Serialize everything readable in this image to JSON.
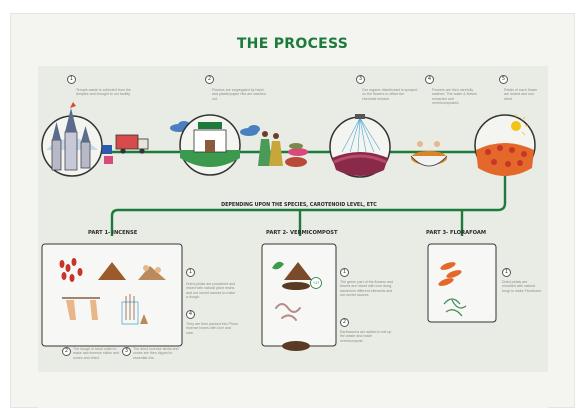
{
  "title": "THE PROCESS",
  "branch_heading": "DEPENDING UPON THE SPECIES, CAROTENOID LEVEL, ETC",
  "colors": {
    "accent_green": "#1d7a3b",
    "panel": "#e8ece4"
  },
  "steps": [
    {
      "num": "1",
      "text": "Temple waste is collected from the temples and brought to our facility."
    },
    {
      "num": "2",
      "text": "Flowers are segregated by hand and plastic/paper ribs are washed out."
    },
    {
      "num": "3",
      "text": "Our organic disinfectant is sprayed on the flowers to offset the chemical residue."
    },
    {
      "num": "4",
      "text": "Flowers are then carefully washed. The water & leaves extracted and vermicomposted."
    },
    {
      "num": "5",
      "text": "Petals of each flower are sorted and sun dried."
    }
  ],
  "parts": [
    {
      "label": "PART 1- INCENSE",
      "notes": [
        {
          "num": "1",
          "text": "Dried petals are powdered and mixed with natural plant resins and our secret sauces to make a dough."
        },
        {
          "num": "4",
          "text": "They are then packed into Phool incense boxes with love and care."
        },
        {
          "num": "2",
          "text": "The dough is hand rolled to make raw incense sticks and cones and dried."
        },
        {
          "num": "3",
          "text": "The dried incense sticks and cones are then dipped in essential oils."
        }
      ]
    },
    {
      "label": "PART 2- VERMICOMPOST",
      "badge": "+17",
      "notes": [
        {
          "num": "1",
          "text": "The green part of the flowers and leaves are mixed with cow dung, bacterium different elements and our secret sauces."
        },
        {
          "num": "2",
          "text": "Earthworms are added to eat up the waste and make vermicompost."
        }
      ]
    },
    {
      "label": "PART 3- FLORAFOAM",
      "notes": [
        {
          "num": "1",
          "text": "Dried petals are moulded with natural fungi to make Florafoam."
        }
      ]
    }
  ]
}
